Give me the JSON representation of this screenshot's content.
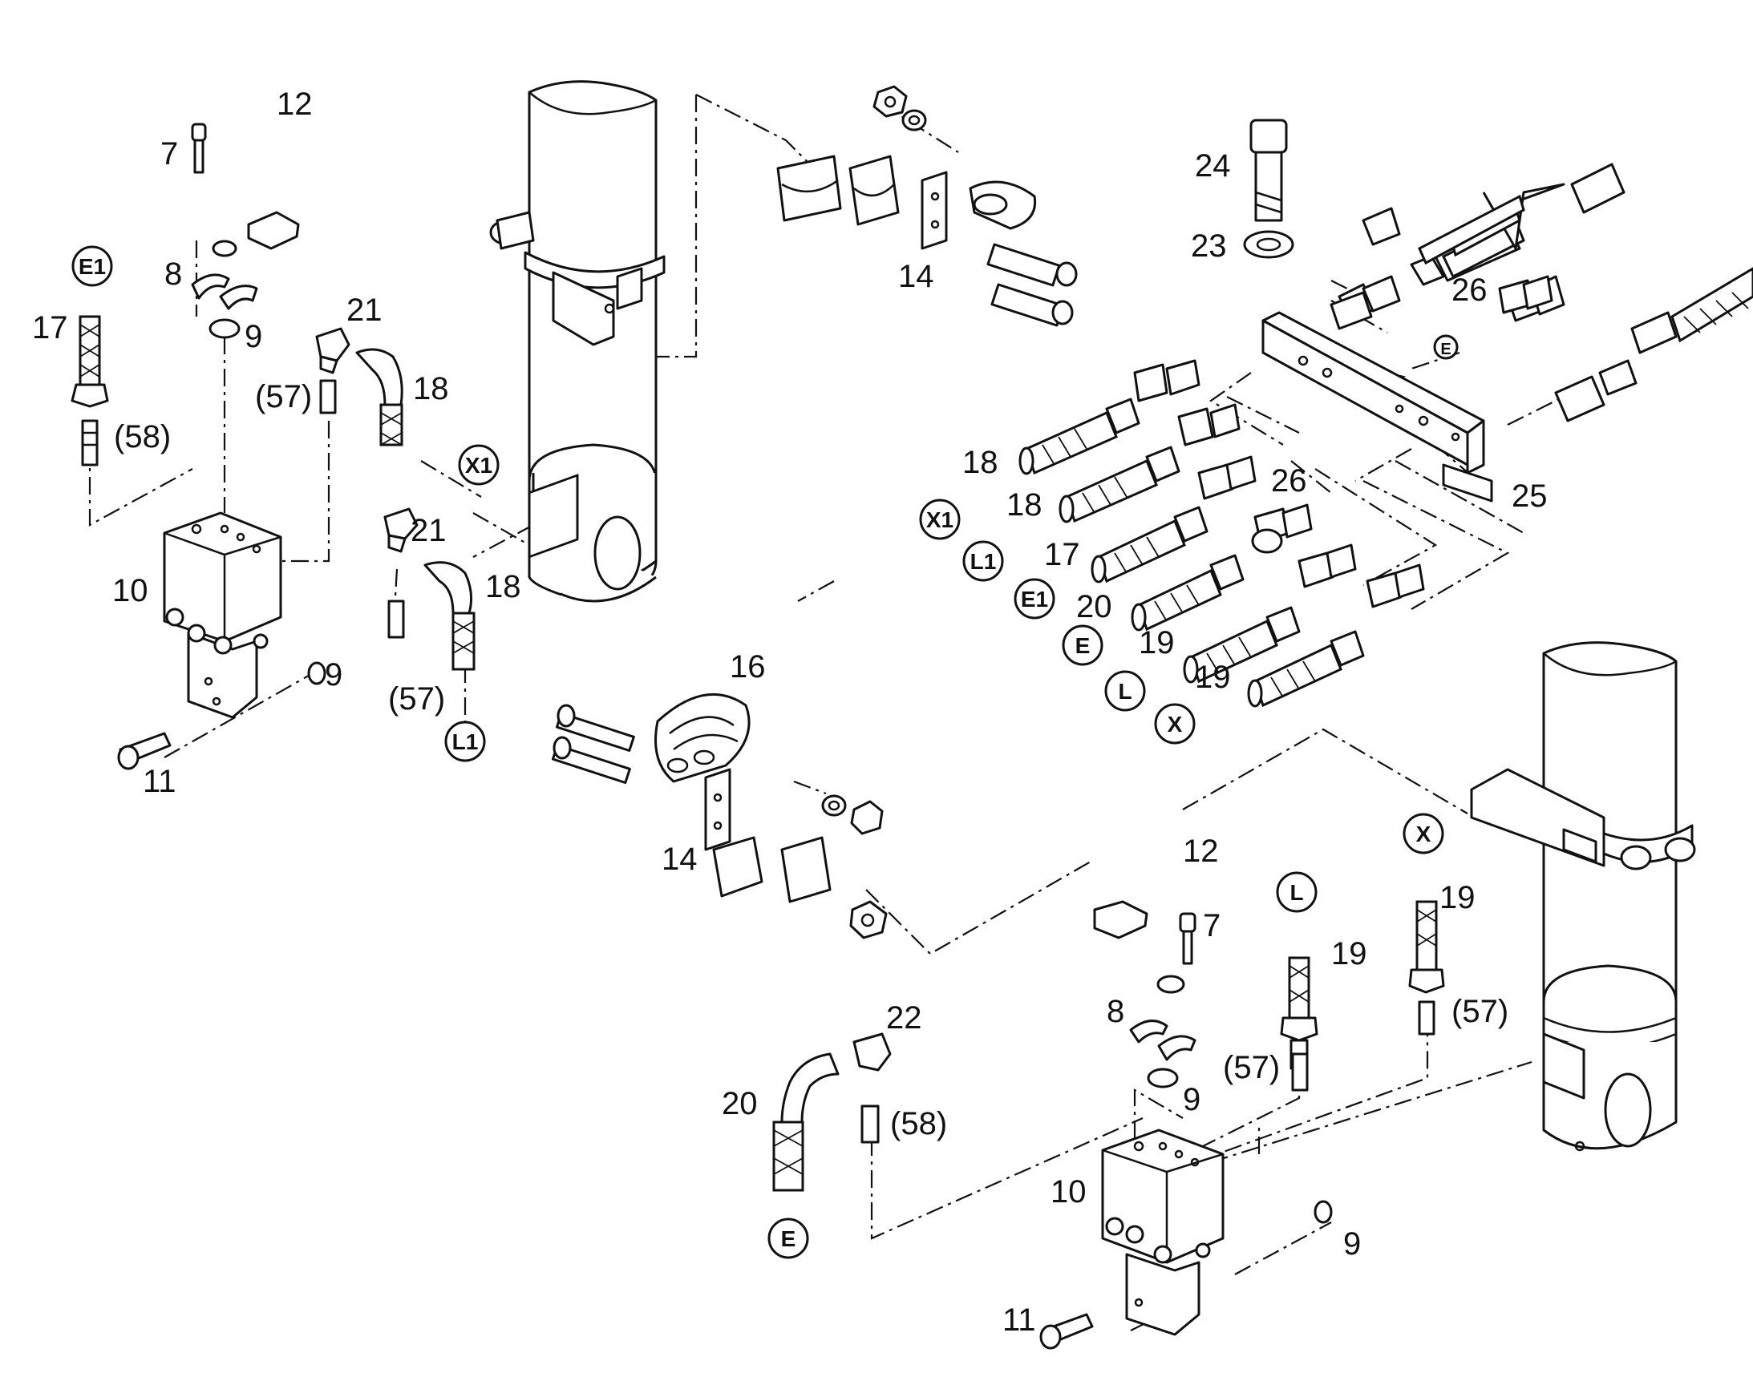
{
  "labels": {
    "n7a": "7",
    "n12a": "12",
    "n8a": "8",
    "n9a": "9",
    "n9b": "9",
    "e1a": "E1",
    "n17a": "17",
    "n58a": "(58)",
    "n21a": "21",
    "n57a": "(57)",
    "n18a": "18",
    "x1a": "X1",
    "n10a": "10",
    "n21b": "21",
    "n18b": "18",
    "n57b": "(57)",
    "l1a": "L1",
    "n11a": "11",
    "n14a": "14",
    "n16": "16",
    "n14b": "14",
    "n24": "24",
    "n23": "23",
    "n26a": "26",
    "e_small": "E",
    "n18c": "18",
    "x1b": "X1",
    "n18d": "18",
    "l1b": "L1",
    "n26b": "26",
    "n17b": "17",
    "e1b": "E1",
    "n20a": "20",
    "e_b": "E",
    "n19a": "19",
    "l_b": "L",
    "n19b": "19",
    "x_b": "X",
    "n25": "25",
    "n12b": "12",
    "n7b": "7",
    "l_c": "L",
    "n19c": "19",
    "x_c": "X",
    "n19d": "19",
    "n8b": "8",
    "n57c": "(57)",
    "n57d": "(57)",
    "n22": "22",
    "n9c": "9",
    "n20b": "20",
    "n58b": "(58)",
    "e_c": "E",
    "n10b": "10",
    "n9d": "9",
    "n11b": "11"
  }
}
